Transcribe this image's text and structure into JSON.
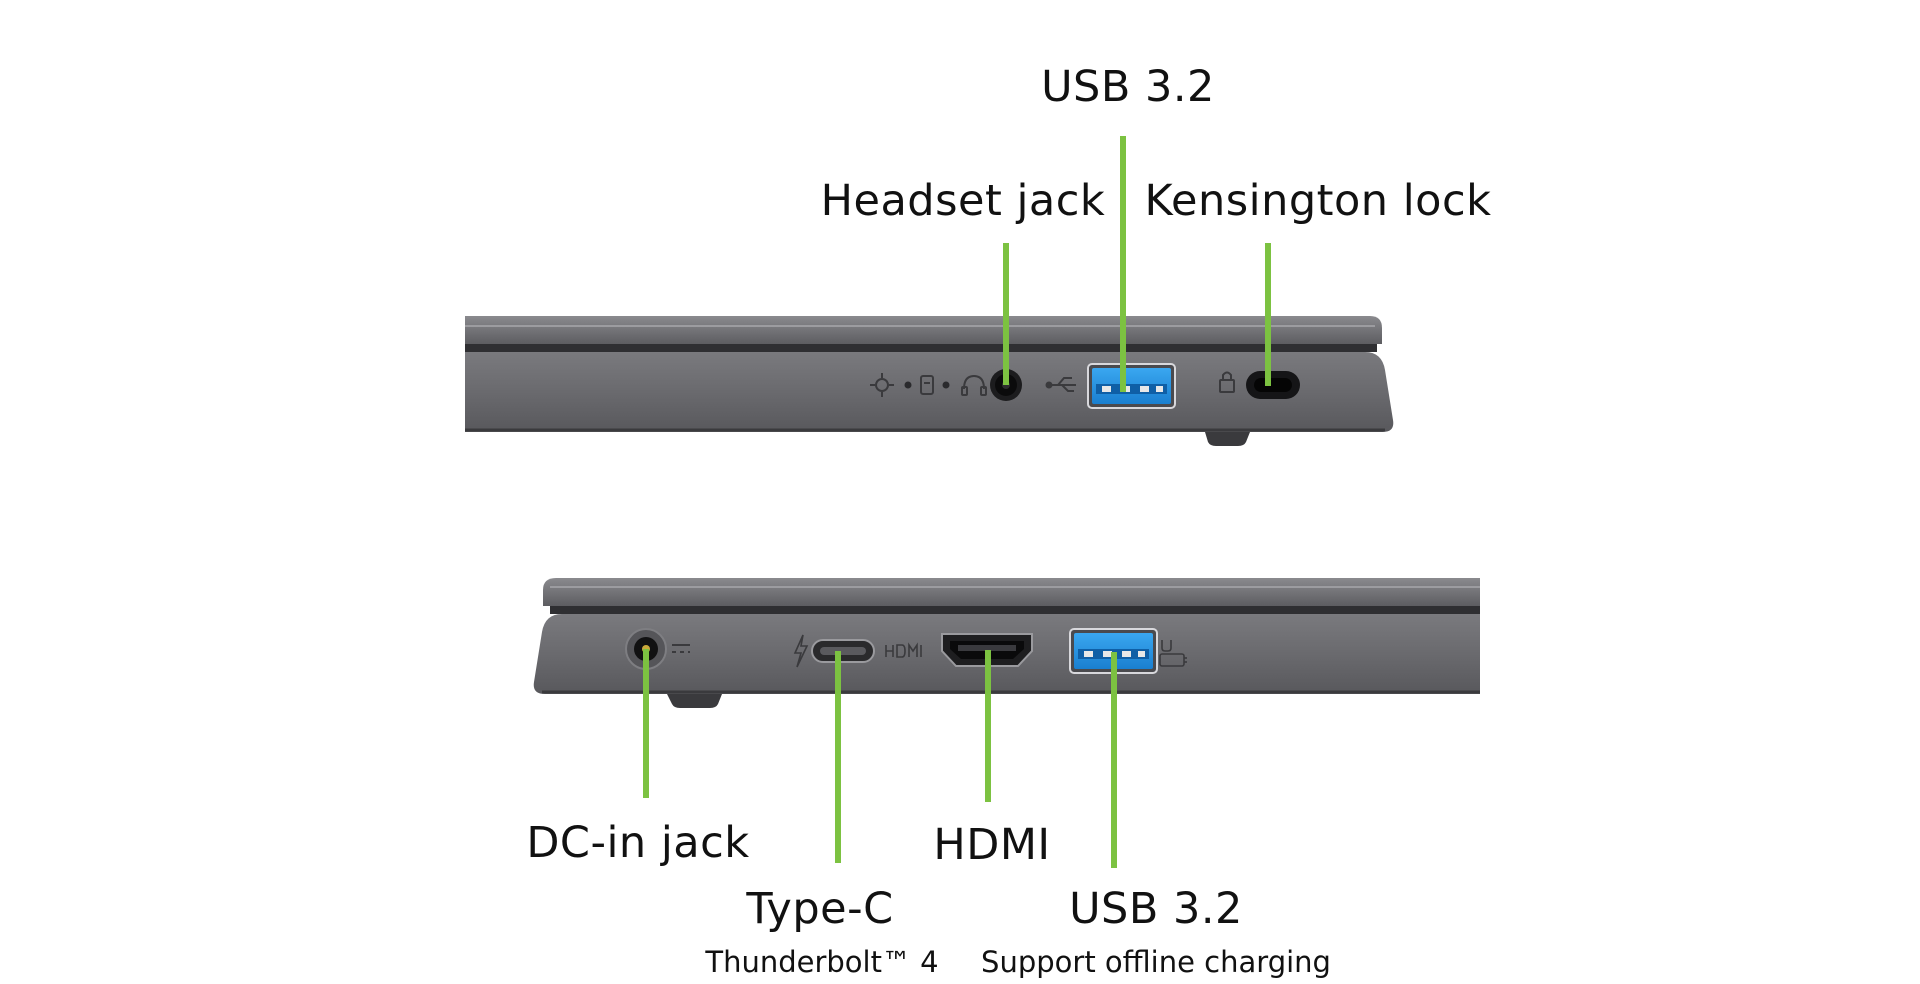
{
  "colors": {
    "leader": "#7cc241",
    "chassis": "#6c6c70",
    "chassis_dark": "#3a3a3d",
    "port_blue": "#1d8fe0",
    "text": "#111111"
  },
  "views": {
    "right_side": {
      "ports": [
        {
          "id": "usb-top",
          "label": "USB 3.2",
          "sublabel": "",
          "icon": "usb-a-port"
        },
        {
          "id": "headset",
          "label": "Headset jack",
          "sublabel": "",
          "icon": "headset-jack"
        },
        {
          "id": "kensington",
          "label": "Kensington lock",
          "sublabel": "",
          "icon": "kensington-slot"
        }
      ],
      "port_icons": [
        "power-indicator-icon",
        "battery-indicator-icon",
        "headset-icon",
        "usb-icon",
        "lock-icon"
      ]
    },
    "left_side": {
      "ports": [
        {
          "id": "dcin",
          "label": "DC-in jack",
          "sublabel": "",
          "icon": "dc-in-jack"
        },
        {
          "id": "typec",
          "label": "Type-C",
          "sublabel": "Thunderbolt™ 4",
          "icon": "usb-c-port"
        },
        {
          "id": "hdmi",
          "label": "HDMI",
          "sublabel": "",
          "icon": "hdmi-port"
        },
        {
          "id": "usb-bottom",
          "label": "USB 3.2",
          "sublabel": "Support offline charging",
          "icon": "usb-a-port"
        }
      ],
      "port_icons": [
        "dc-icon",
        "thunderbolt-icon",
        "hdmi-icon",
        "usb-charge-icon"
      ]
    }
  }
}
